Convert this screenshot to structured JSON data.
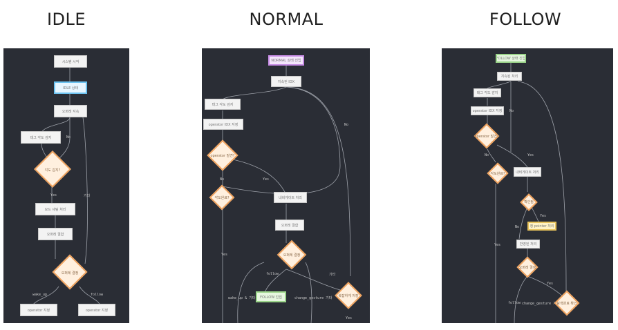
{
  "titles": {
    "idle": "IDLE",
    "normal": "NORMAL",
    "follow": "FOLLOW"
  },
  "idle": {
    "nodes": [
      "시스템 시작",
      "IDLE 상태",
      "오퍼레 지속",
      "태그 각도 감지",
      "각도 감지?",
      "모드 세팅 처리",
      "오퍼레 결합",
      "오퍼레 결정"
    ],
    "decision_main": "각도 감지?",
    "decision_bottom": "오퍼레 결정",
    "edges": {
      "no": "No",
      "yes": "Yes",
      "again": "기타"
    },
    "bottom_labels": [
      "wake_up",
      "follow"
    ],
    "bottom_nodes": [
      "operator 지정",
      "operator 지정"
    ]
  },
  "normal": {
    "nodes": [
      "NORMAL 상태 진입",
      "지속된 IDX",
      "태그 각도 감지",
      "operator IDX 지정",
      "내비게이트 처리",
      "오퍼레 결합",
      "FOLLOW 진입"
    ],
    "decisions": [
      "operator 발견?",
      "각도완료?",
      "오퍼레 결정",
      "복잡하게 저장"
    ],
    "edge_labels": [
      "No",
      "Yes",
      "No",
      "Yes",
      "follow",
      "기타",
      "Yes"
    ],
    "bottom_labels": [
      "wake_up & 기타",
      "change_gesture 기타"
    ]
  },
  "follow": {
    "nodes": [
      "FOLLOW 상태 진입",
      "지속된 처리",
      "태그 각도 감지",
      "operator IDX 지정",
      "내비게이트 처리",
      "정 pointer 처리",
      "반영된 처리"
    ],
    "decisions": [
      "operator 발견?",
      "각도완료?",
      "확인됨",
      "오퍼레 결정",
      "탐색완료 확인"
    ],
    "edge_labels": [
      "No",
      "No",
      "Yes",
      "No",
      "Yes",
      "Yes",
      "Yes"
    ],
    "bottom_labels": [
      "follow",
      "change_gesture 기타"
    ]
  }
}
